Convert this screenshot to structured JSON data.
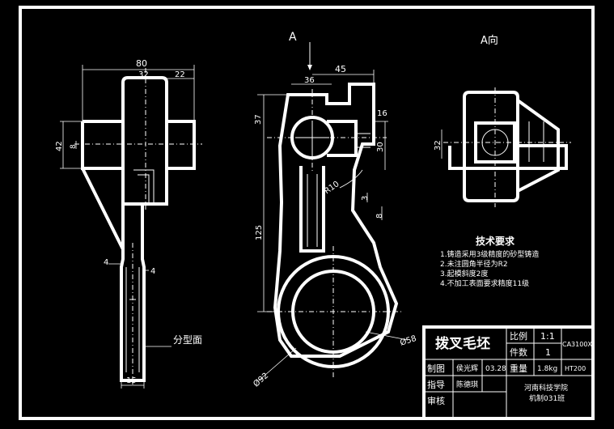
{
  "views": {
    "view_a_label": "A",
    "view_a_dir_label": "A向"
  },
  "dimensions": {
    "side_80": "80",
    "side_32": "32",
    "side_22": "22",
    "side_42": "42",
    "side_8": "8",
    "side_4a": "4",
    "side_4b": "4",
    "side_15": "15",
    "front_45": "45",
    "front_36": "36",
    "front_37": "37",
    "front_16": "16",
    "front_30": "30",
    "front_r10": "R10",
    "front_3": "3",
    "front_125": "125",
    "front_8": "8",
    "front_d58": "Ø58",
    "front_d92": "Ø92",
    "aview_32": "32"
  },
  "parting_surface_label": "分型面",
  "technical_requirements": {
    "title": "技术要求",
    "items": [
      "1.铸造采用3级精度的砂型铸造",
      "2.未注圆角半径为R2",
      "3.起模斜度2度",
      "4.不加工表面要求精度11级"
    ]
  },
  "title_block": {
    "part_name": "拨叉毛坯",
    "scale_label": "比例",
    "scale_value": "1:1",
    "drawing_no": "CA3100X",
    "count_label": "件数",
    "count_value": "1",
    "drawn_label": "制图",
    "drawn_name": "侯光辉",
    "drawn_date": "03.28",
    "weight_label": "重量",
    "weight_value": "1.8kg",
    "material": "HT200",
    "guide_label": "指导",
    "guide_name": "陈德琪",
    "school": "河南科技学院",
    "class_name": "机制031班",
    "review_label": "审核"
  }
}
